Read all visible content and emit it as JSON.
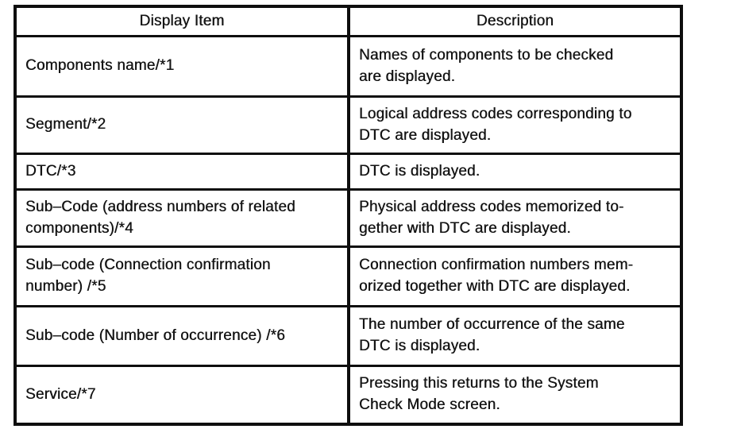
{
  "table": {
    "headers": {
      "display_item": "Display Item",
      "description": "Description"
    },
    "rows": [
      {
        "item": "Components name/*1",
        "description": "Names of components to be checked\nare displayed."
      },
      {
        "item": "Segment/*2",
        "description": "Logical address codes corresponding to\nDTC are displayed."
      },
      {
        "item": "DTC/*3",
        "description": "DTC is displayed."
      },
      {
        "item": "Sub–Code (address numbers of related\ncomponents)/*4",
        "description": "Physical address codes memorized to-\ngether with DTC are displayed."
      },
      {
        "item": "Sub–code (Connection confirmation\nnumber) /*5",
        "description": "Connection confirmation numbers mem-\norized together with DTC are displayed."
      },
      {
        "item": "Sub–code (Number of occurrence) /*6",
        "description": "The number of occurrence of the same\nDTC is displayed."
      },
      {
        "item": "Service/*7",
        "description": "Pressing this returns to the System\nCheck Mode screen."
      }
    ],
    "colors": {
      "border": "#0e0e0e",
      "text": "#141414",
      "background": "#ffffff"
    }
  }
}
